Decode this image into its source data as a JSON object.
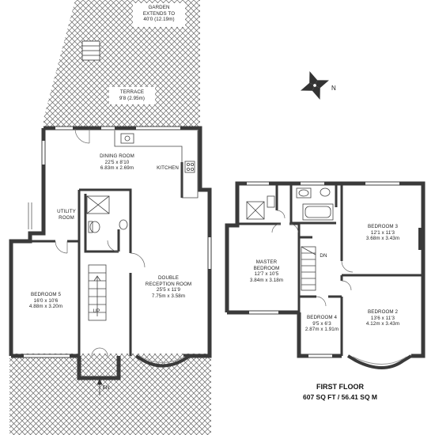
{
  "garden": {
    "line1": "GARDEN",
    "line2": "EXTENDS TO",
    "line3": "40'0 (12.19m)"
  },
  "terrace": {
    "name": "TERRACE",
    "size": "9'8 (2.95m)"
  },
  "rooms": {
    "dining": {
      "name": "DINING ROOM",
      "imperial": "22'5 x 8'10",
      "metric": "6.83m x 2.69m"
    },
    "kitchen": {
      "name": "KITCHEN"
    },
    "utility": {
      "line1": "UTILITY",
      "line2": "ROOM"
    },
    "reception": {
      "line1": "DOUBLE",
      "line2": "RECEPTION ROOM",
      "imperial": "25'5 x 11'9",
      "metric": "7.75m x 3.58m"
    },
    "bedroom5": {
      "name": "BEDROOM 5",
      "imperial": "16'0 x 10'6",
      "metric": "4.88m x 3.20m"
    },
    "master": {
      "line1": "MASTER",
      "line2": "BEDROOM",
      "imperial": "12'7 x 10'5",
      "metric": "3.84m x 3.18m"
    },
    "bedroom3": {
      "name": "BEDROOM 3",
      "imperial": "12'1 x 11'3",
      "metric": "3.68m x 3.43m"
    },
    "bedroom4": {
      "name": "BEDROOM 4",
      "imperial": "9'5 x 6'3",
      "metric": "2.87m x 1.91m"
    },
    "bedroom2": {
      "name": "BEDROOM 2",
      "imperial": "13'6 x 11'3",
      "metric": "4.12m x 3.43m"
    }
  },
  "stairs": {
    "up": "UP",
    "down": "DN"
  },
  "entrance": {
    "label": "EN"
  },
  "compass": {
    "north": "N"
  },
  "floor": {
    "title": "FIRST FLOOR",
    "area": "607 SQ FT / 56.41 SQ M"
  },
  "colors": {
    "wall": "#3a3a3a",
    "hatch": "#555555",
    "background": "#ffffff"
  }
}
